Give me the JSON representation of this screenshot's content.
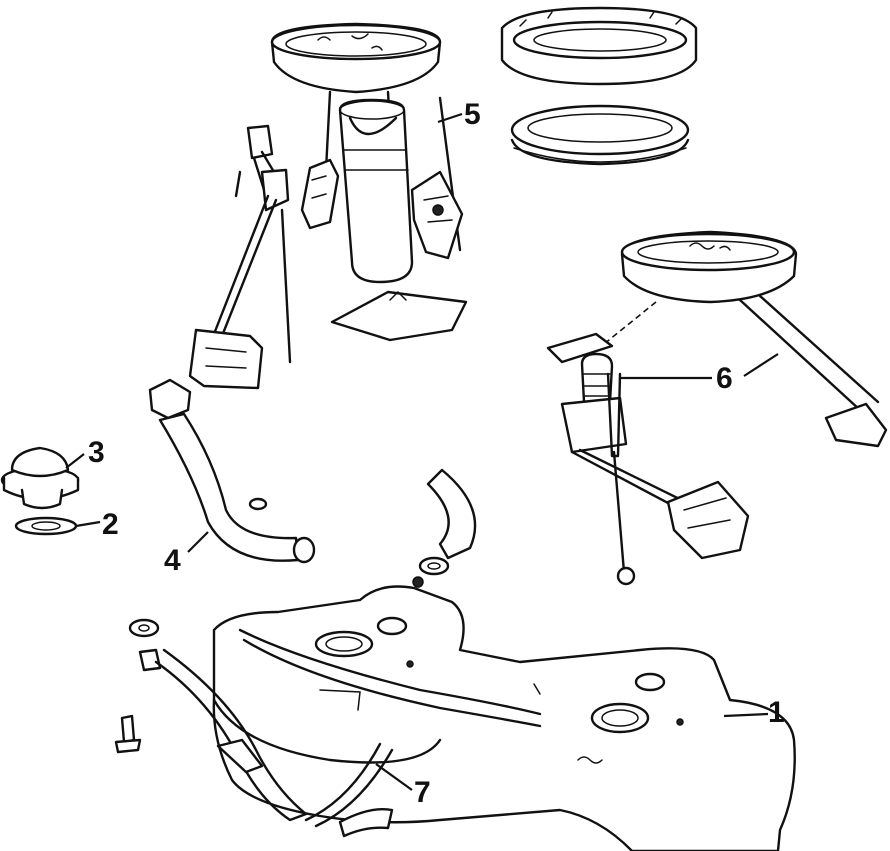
{
  "callouts": {
    "c1": "1",
    "c2": "2",
    "c3": "3",
    "c4": "4",
    "c5": "5",
    "c6": "6",
    "c7": "7"
  },
  "colors": {
    "ink": "#111111",
    "paper": "#ffffff"
  }
}
